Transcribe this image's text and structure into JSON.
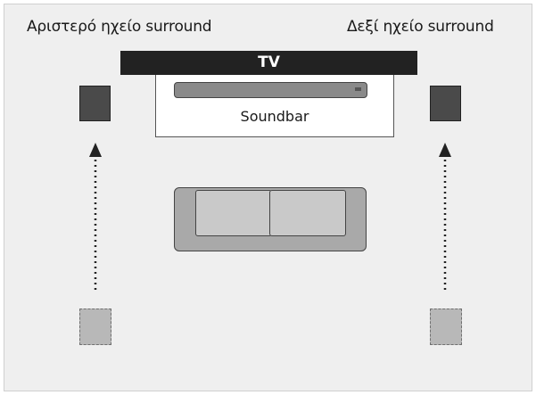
{
  "labels": {
    "left_surround": "Αριστερό ηχείο surround",
    "right_surround": "Δεξί ηχείο surround",
    "tv": "TV",
    "soundbar": "Soundbar"
  },
  "icons": {
    "left_speaker": "speaker-icon",
    "right_speaker": "speaker-icon",
    "sofa": "sofa-icon",
    "soundbar": "soundbar-icon"
  },
  "colors": {
    "background": "#efefef",
    "tv_bar": "#222222",
    "speaker": "#4a4a4a",
    "speaker_ghost": "#b8b8b8",
    "sofa": "#a9a9a9"
  }
}
